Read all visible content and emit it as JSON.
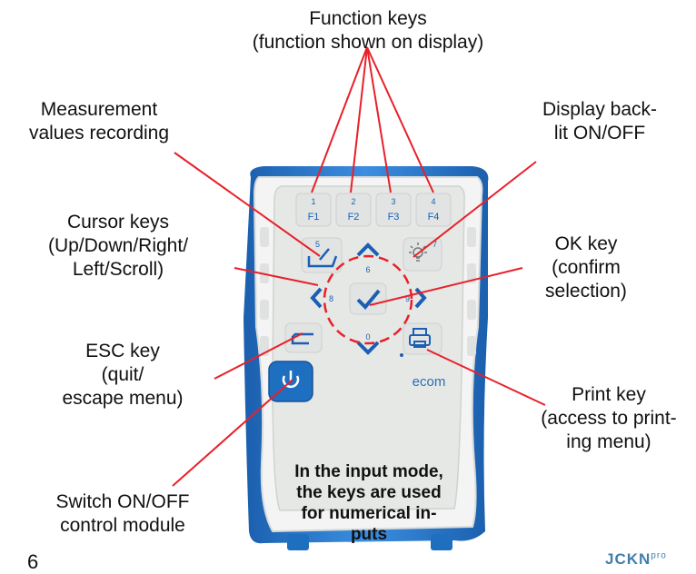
{
  "labels": {
    "function_keys": [
      "Function keys",
      "(function shown on display)"
    ],
    "measurement": [
      "Measurement",
      "values recording"
    ],
    "backlit": [
      "Display back-",
      "lit ON/OFF"
    ],
    "cursor": [
      "Cursor keys",
      "(Up/Down/Right/",
      "Left/Scroll)"
    ],
    "ok": [
      "OK key",
      "(confirm",
      "selection)"
    ],
    "esc": [
      "ESC key",
      "(quit/",
      "escape menu)"
    ],
    "print": [
      "Print key",
      "(access to print-",
      "ing menu)"
    ],
    "switch": [
      "Switch ON/OFF",
      "control module"
    ]
  },
  "note": [
    "In the input mode,",
    "the keys are used",
    "for numerical in-",
    "puts"
  ],
  "keypad": {
    "fkeys": [
      {
        "num": "1",
        "label": "F1"
      },
      {
        "num": "2",
        "label": "F2"
      },
      {
        "num": "3",
        "label": "F3"
      },
      {
        "num": "4",
        "label": "F4"
      }
    ],
    "digits": {
      "record": "5",
      "up": "6",
      "light": "7",
      "left": "8",
      "right": "9",
      "down": "0"
    },
    "brand": "ecom"
  },
  "footer": {
    "page": "6",
    "logo": "JCKN",
    "logo_sup": "pro"
  },
  "colors": {
    "line": "#e8202a",
    "device_blue": "#1f6fc1",
    "key_blue": "#1a5fb4",
    "panel": "#e9ecea"
  }
}
